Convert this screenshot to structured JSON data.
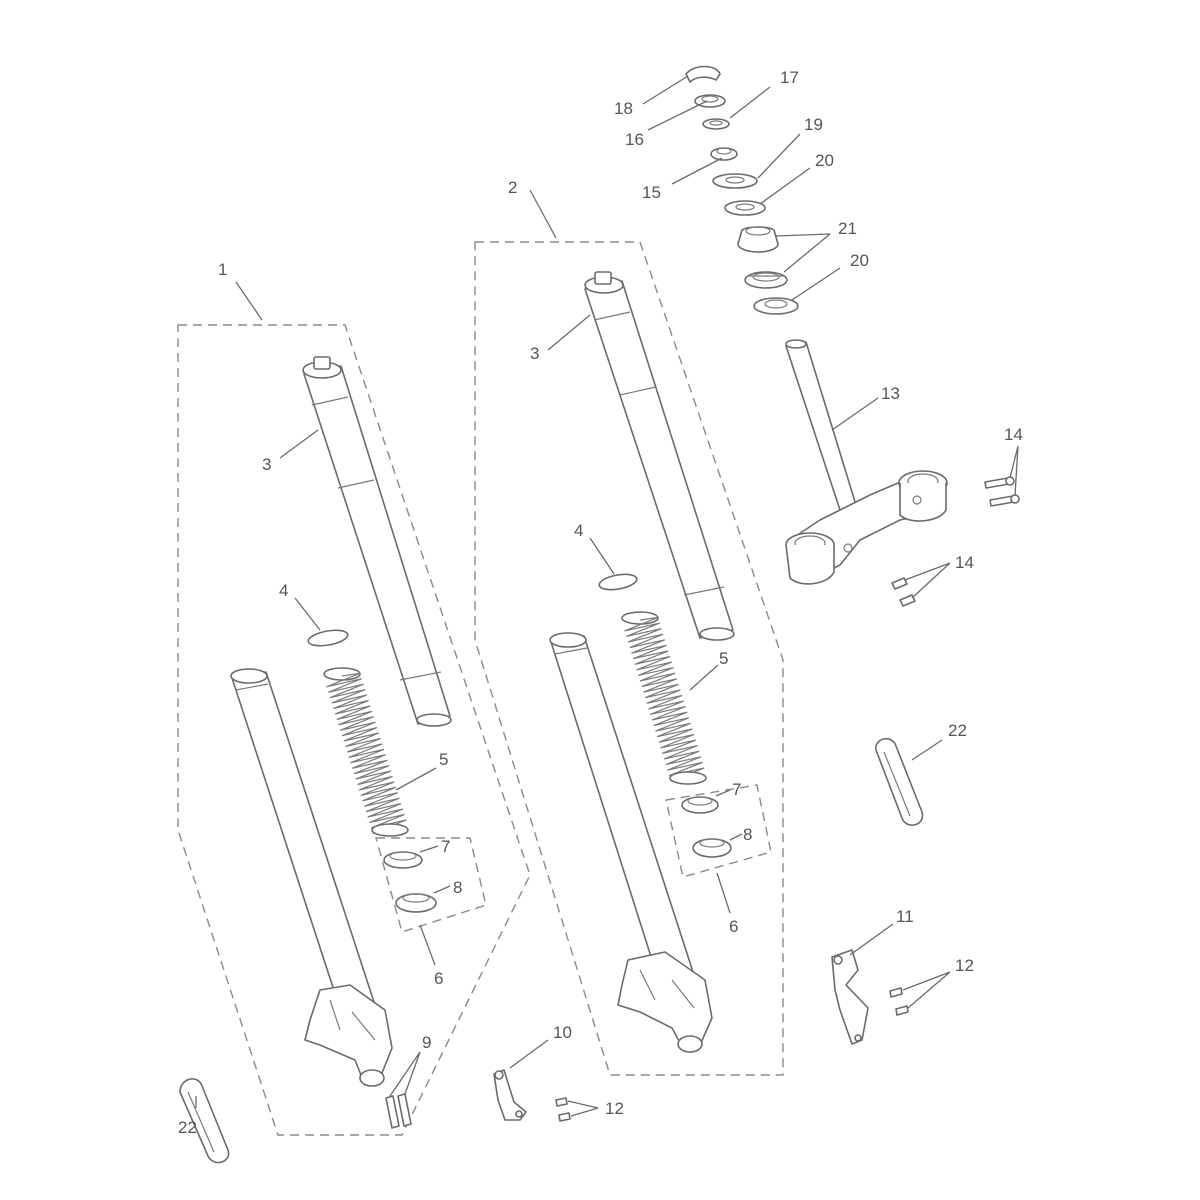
{
  "diagram": {
    "labels": {
      "l1": "1",
      "l2": "2",
      "l3a": "3",
      "l3b": "3",
      "l4a": "4",
      "l4b": "4",
      "l5a": "5",
      "l5b": "5",
      "l6a": "6",
      "l6b": "6",
      "l7a": "7",
      "l7b": "7",
      "l8a": "8",
      "l8b": "8",
      "l9": "9",
      "l10": "10",
      "l11": "11",
      "l12a": "12",
      "l12b": "12",
      "l13": "13",
      "l14a": "14",
      "l14b": "14",
      "l15": "15",
      "l16": "16",
      "l17": "17",
      "l18": "18",
      "l19": "19",
      "l20a": "20",
      "l20b": "20",
      "l21": "21",
      "l22a": "22",
      "l22b": "22"
    },
    "colors": {
      "line": "#6b6b6b",
      "text": "#555555",
      "background": "#ffffff"
    }
  }
}
